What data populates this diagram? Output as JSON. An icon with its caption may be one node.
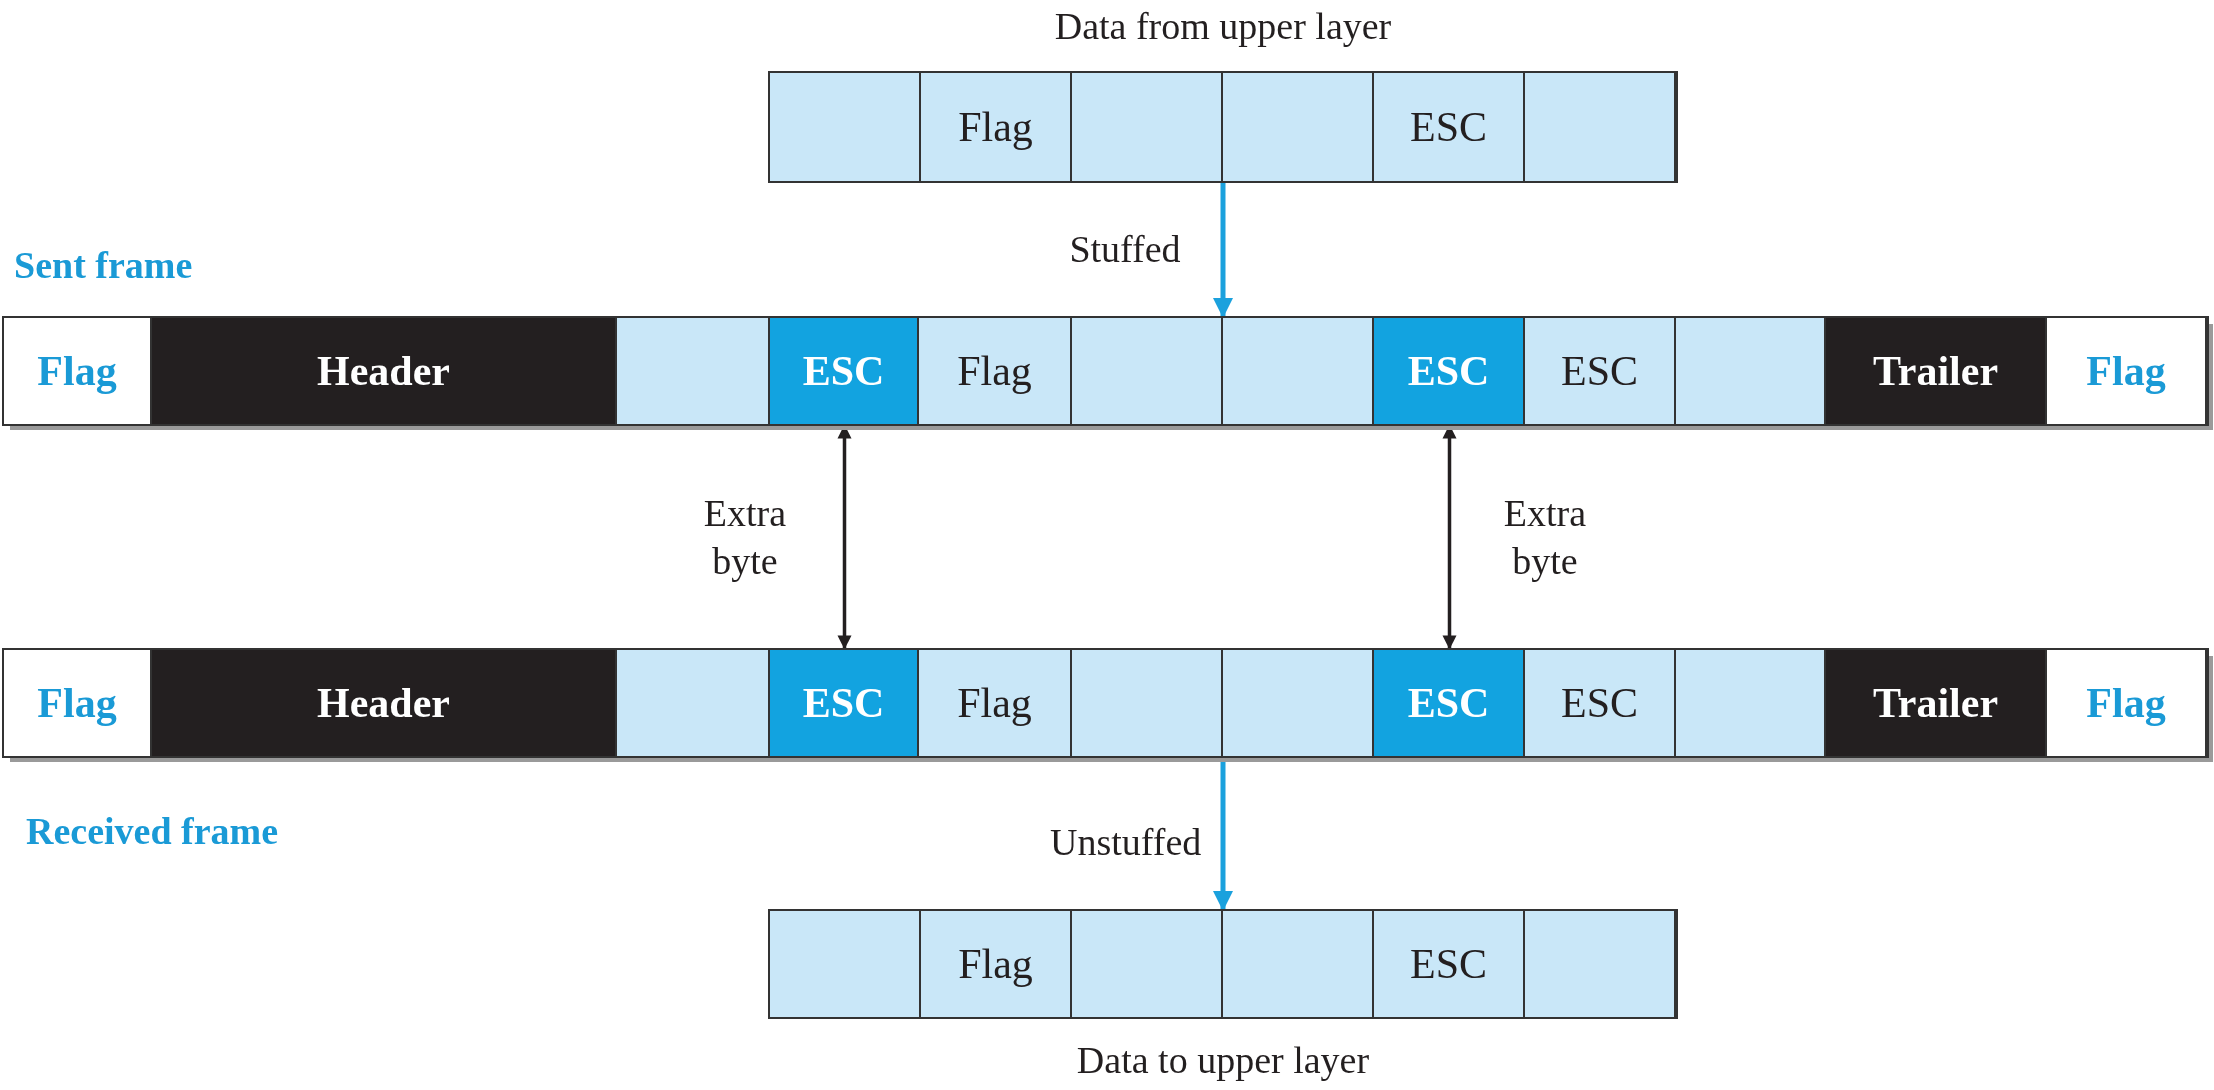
{
  "diagram": {
    "nodes": [
      {
        "text": [
          "Data from upper layer"
        ]
      },
      {
        "text": [],
        "shape": "box",
        "in": 0
      },
      {
        "text": [
          "Flag"
        ],
        "in": 0
      },
      {
        "text": [],
        "shape": "box",
        "in": 0
      },
      {
        "text": [],
        "shape": "box",
        "in": 0
      },
      {
        "text": [
          "ESC"
        ],
        "in": 0
      },
      {
        "text": [],
        "shape": "box",
        "in": 0
      },
      {
        "text": [
          "Sent frame"
        ]
      },
      {
        "text": [
          "Flag"
        ],
        "in": 7
      },
      {
        "text": [
          "Header"
        ],
        "in": 7
      },
      {
        "text": [],
        "shape": "box",
        "in": 7
      },
      {
        "text": [
          "ESC"
        ],
        "in": 7
      },
      {
        "text": [
          "Flag"
        ],
        "in": 7
      },
      {
        "text": [],
        "shape": "box",
        "in": 7
      },
      {
        "text": [],
        "shape": "box",
        "in": 7
      },
      {
        "text": [
          "ESC"
        ],
        "in": 7
      },
      {
        "text": [
          "ESC"
        ],
        "in": 7
      },
      {
        "text": [],
        "shape": "box",
        "in": 7
      },
      {
        "text": [
          "Trailer"
        ],
        "in": 7
      },
      {
        "text": [
          "Flag"
        ],
        "in": 7
      },
      {
        "text": [
          "Received frame"
        ]
      },
      {
        "text": [
          "Flag"
        ],
        "in": 20
      },
      {
        "text": [
          "Header"
        ],
        "in": 20
      },
      {
        "text": [],
        "shape": "box",
        "in": 20
      },
      {
        "text": [
          "ESC"
        ],
        "in": 20
      },
      {
        "text": [
          "Flag"
        ],
        "in": 20
      },
      {
        "text": [],
        "shape": "box",
        "in": 20
      },
      {
        "text": [],
        "shape": "box",
        "in": 20
      },
      {
        "text": [
          "ESC"
        ],
        "in": 20
      },
      {
        "text": [
          "ESC"
        ],
        "in": 20
      },
      {
        "text": [],
        "shape": "box",
        "in": 20
      },
      {
        "text": [
          "Trailer"
        ],
        "in": 20
      },
      {
        "text": [
          "Flag"
        ],
        "in": 20
      },
      {
        "text": [
          "Data to upper layer"
        ]
      },
      {
        "text": [],
        "shape": "box",
        "in": 33
      },
      {
        "text": [
          "Flag"
        ],
        "in": 33
      },
      {
        "text": [],
        "shape": "box",
        "in": 33
      },
      {
        "text": [],
        "shape": "box",
        "in": 33
      },
      {
        "text": [
          "ESC"
        ],
        "in": 33
      },
      {
        "text": [],
        "shape": "box",
        "in": 33
      }
    ],
    "edges": [
      {
        "from": 0,
        "to": 7,
        "arrow": "to",
        "label": "Stuffed",
        "color": "#1ba1dd"
      },
      {
        "from": 11,
        "to": 24,
        "arrow": "both",
        "label": "Extra byte",
        "color": "#231f20"
      },
      {
        "from": 15,
        "to": 28,
        "arrow": "both",
        "label": "Extra byte",
        "color": "#231f20"
      },
      {
        "from": 20,
        "to": 33,
        "arrow": "to",
        "label": "Unstuffed",
        "color": "#1ba1dd"
      }
    ]
  }
}
